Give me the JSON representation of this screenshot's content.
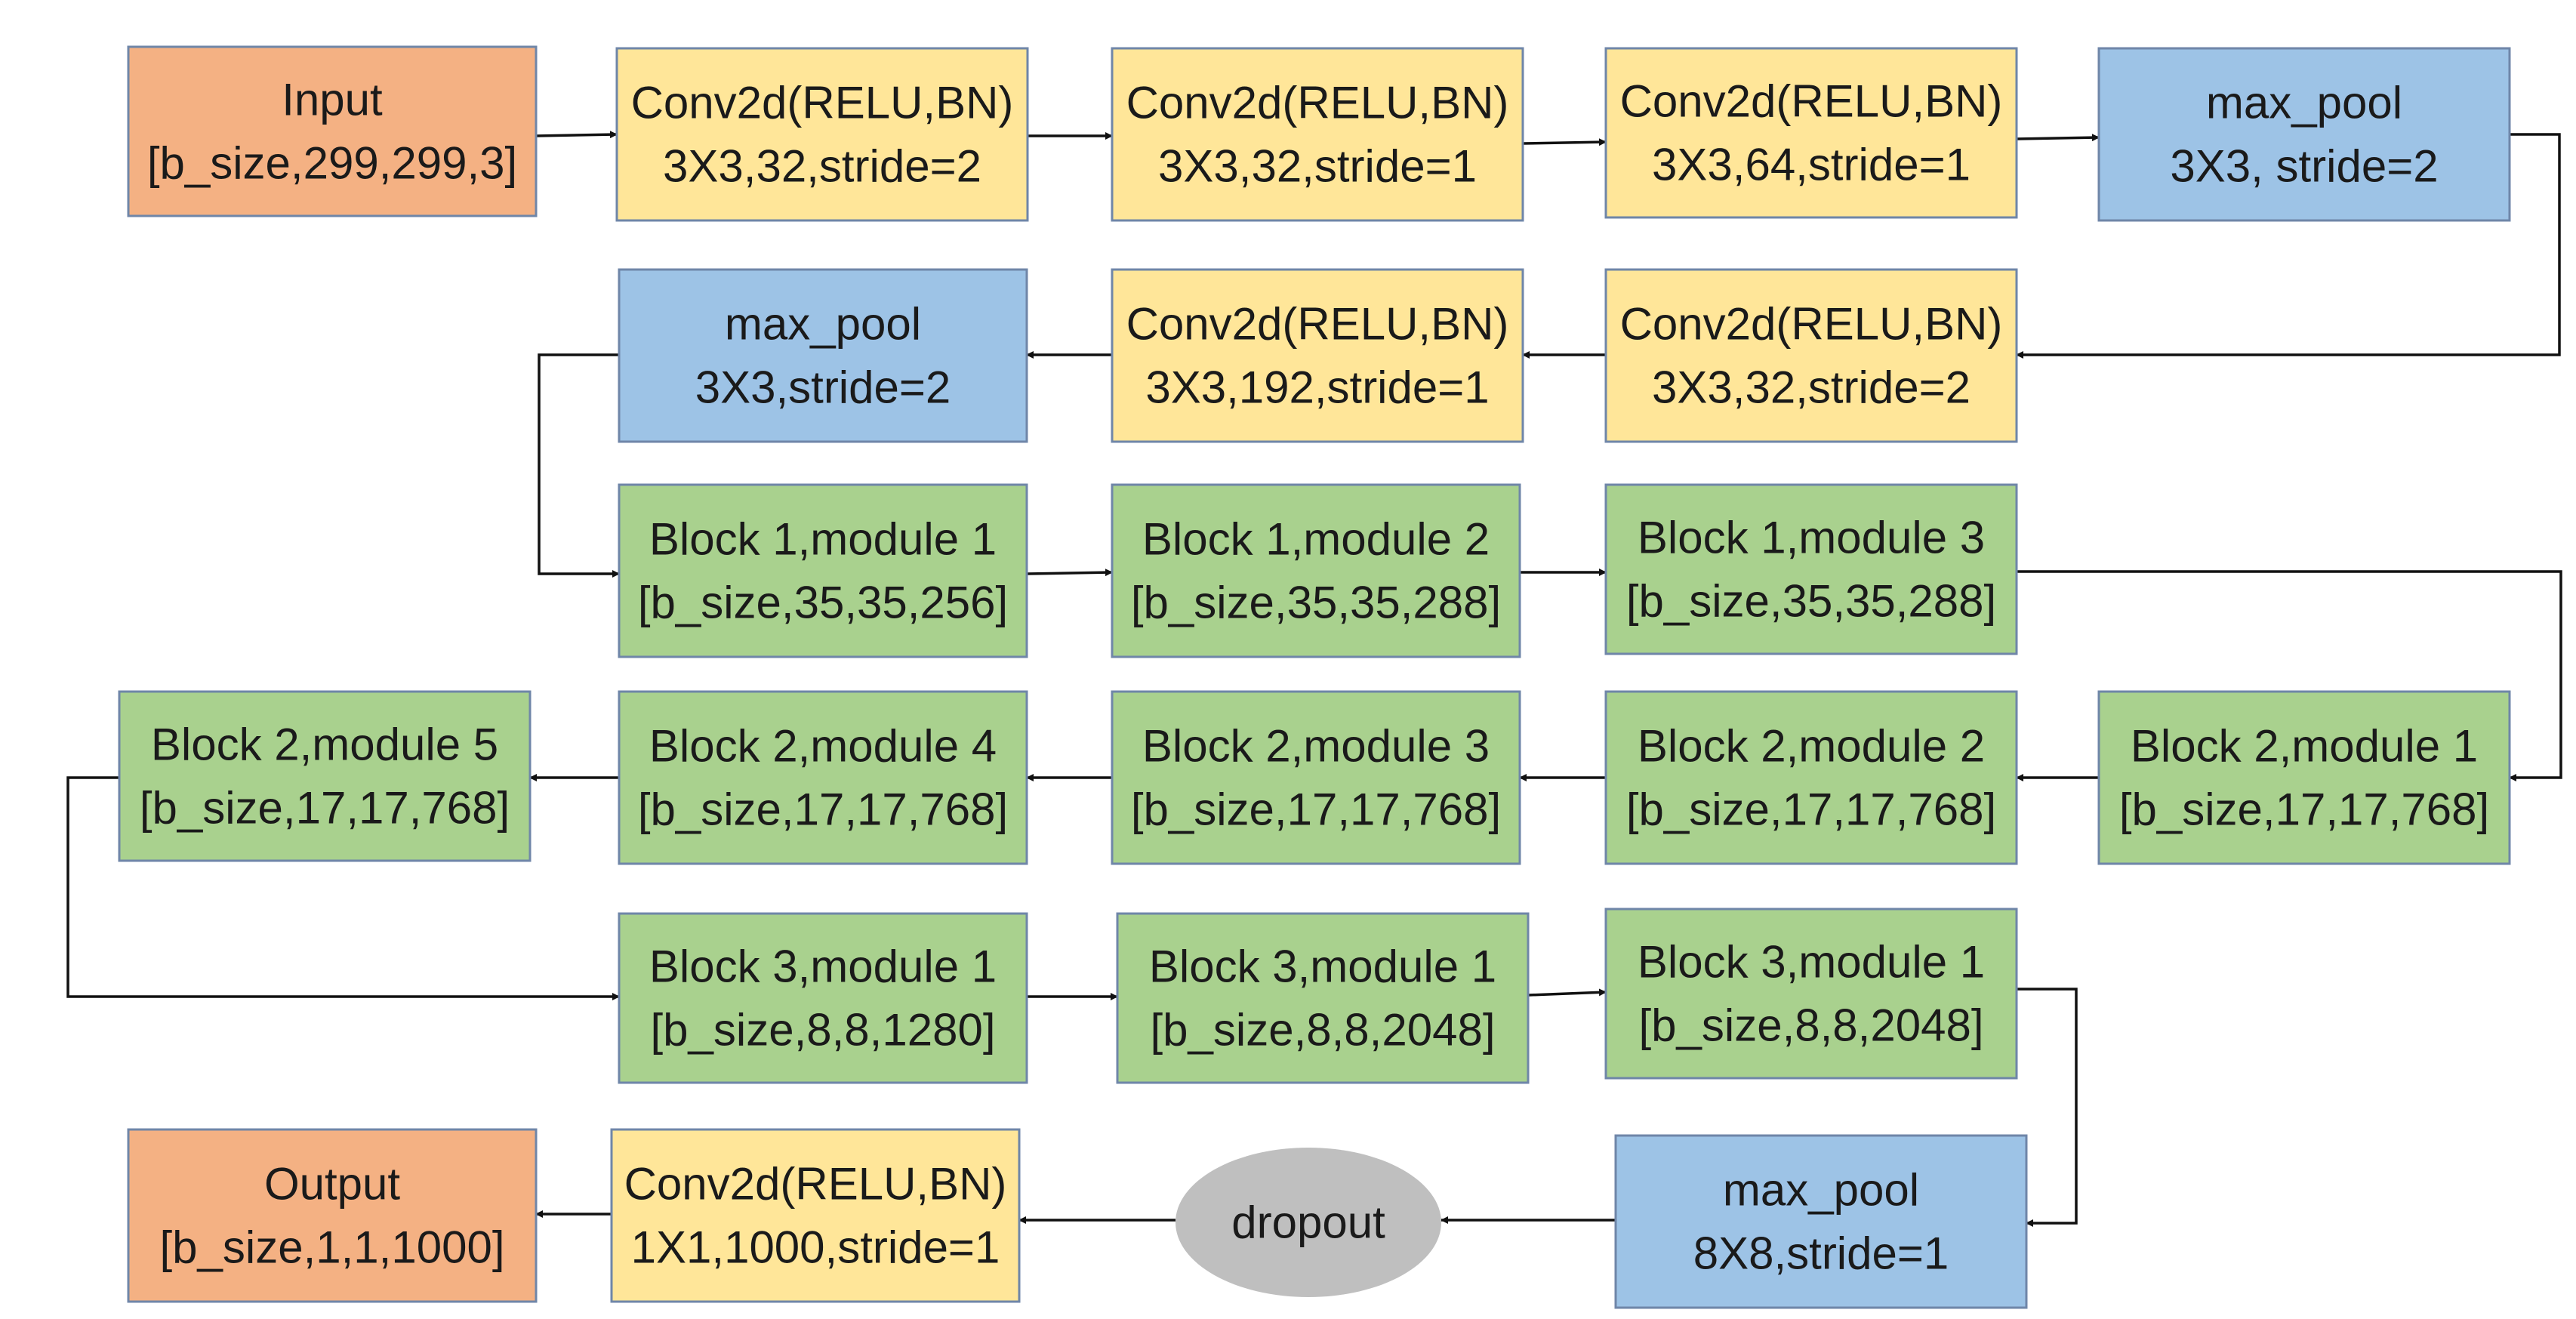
{
  "colors": {
    "input_output": "#f4b183",
    "conv": "#ffe699",
    "pool": "#9dc3e6",
    "block": "#a9d18e",
    "dropout": "#bfbfbf",
    "edge": "#111111"
  },
  "nodes": [
    {
      "id": "input",
      "kind": "input_output",
      "lines": [
        "Input",
        "[b_size,299,299,3]"
      ]
    },
    {
      "id": "conv1",
      "kind": "conv",
      "lines": [
        "Conv2d(RELU,BN)",
        "3X3,32,stride=2"
      ]
    },
    {
      "id": "conv2",
      "kind": "conv",
      "lines": [
        "Conv2d(RELU,BN)",
        "3X3,32,stride=1"
      ]
    },
    {
      "id": "conv3",
      "kind": "conv",
      "lines": [
        "Conv2d(RELU,BN)",
        "3X3,64,stride=1"
      ]
    },
    {
      "id": "pool1",
      "kind": "pool",
      "lines": [
        "max_pool",
        "3X3, stride=2"
      ]
    },
    {
      "id": "conv4",
      "kind": "conv",
      "lines": [
        "Conv2d(RELU,BN)",
        "3X3,32,stride=2"
      ]
    },
    {
      "id": "conv5",
      "kind": "conv",
      "lines": [
        "Conv2d(RELU,BN)",
        "3X3,192,stride=1"
      ]
    },
    {
      "id": "pool2",
      "kind": "pool",
      "lines": [
        "max_pool",
        "3X3,stride=2"
      ]
    },
    {
      "id": "b1m1",
      "kind": "block",
      "lines": [
        "Block 1,module 1",
        "[b_size,35,35,256]"
      ]
    },
    {
      "id": "b1m2",
      "kind": "block",
      "lines": [
        "Block 1,module 2",
        "[b_size,35,35,288]"
      ]
    },
    {
      "id": "b1m3",
      "kind": "block",
      "lines": [
        "Block 1,module 3",
        "[b_size,35,35,288]"
      ]
    },
    {
      "id": "b2m1",
      "kind": "block",
      "lines": [
        "Block 2,module 1",
        "[b_size,17,17,768]"
      ]
    },
    {
      "id": "b2m2",
      "kind": "block",
      "lines": [
        "Block 2,module 2",
        "[b_size,17,17,768]"
      ]
    },
    {
      "id": "b2m3",
      "kind": "block",
      "lines": [
        "Block 2,module 3",
        "[b_size,17,17,768]"
      ]
    },
    {
      "id": "b2m4",
      "kind": "block",
      "lines": [
        "Block 2,module 4",
        "[b_size,17,17,768]"
      ]
    },
    {
      "id": "b2m5",
      "kind": "block",
      "lines": [
        "Block 2,module 5",
        "[b_size,17,17,768]"
      ]
    },
    {
      "id": "b3m1a",
      "kind": "block",
      "lines": [
        "Block 3,module 1",
        "[b_size,8,8,1280]"
      ]
    },
    {
      "id": "b3m1b",
      "kind": "block",
      "lines": [
        "Block 3,module 1",
        "[b_size,8,8,2048]"
      ]
    },
    {
      "id": "b3m1c",
      "kind": "block",
      "lines": [
        "Block 3,module 1",
        "[b_size,8,8,2048]"
      ]
    },
    {
      "id": "pool3",
      "kind": "pool",
      "lines": [
        "max_pool",
        "8X8,stride=1"
      ]
    },
    {
      "id": "dropout",
      "kind": "dropout",
      "lines": [
        "dropout"
      ]
    },
    {
      "id": "conv6",
      "kind": "conv",
      "lines": [
        "Conv2d(RELU,BN)",
        "1X1,1000,stride=1"
      ]
    },
    {
      "id": "output",
      "kind": "input_output",
      "lines": [
        "Output",
        "[b_size,1,1,1000]"
      ]
    }
  ],
  "edges": [
    [
      "input",
      "conv1"
    ],
    [
      "conv1",
      "conv2"
    ],
    [
      "conv2",
      "conv3"
    ],
    [
      "conv3",
      "pool1"
    ],
    [
      "pool1",
      "conv4"
    ],
    [
      "conv4",
      "conv5"
    ],
    [
      "conv5",
      "pool2"
    ],
    [
      "pool2",
      "b1m1"
    ],
    [
      "b1m1",
      "b1m2"
    ],
    [
      "b1m2",
      "b1m3"
    ],
    [
      "b1m3",
      "b2m1"
    ],
    [
      "b2m1",
      "b2m2"
    ],
    [
      "b2m2",
      "b2m3"
    ],
    [
      "b2m3",
      "b2m4"
    ],
    [
      "b2m4",
      "b2m5"
    ],
    [
      "b2m5",
      "b3m1a"
    ],
    [
      "b3m1a",
      "b3m1b"
    ],
    [
      "b3m1b",
      "b3m1c"
    ],
    [
      "b3m1c",
      "pool3"
    ],
    [
      "pool3",
      "dropout"
    ],
    [
      "dropout",
      "conv6"
    ],
    [
      "conv6",
      "output"
    ]
  ]
}
